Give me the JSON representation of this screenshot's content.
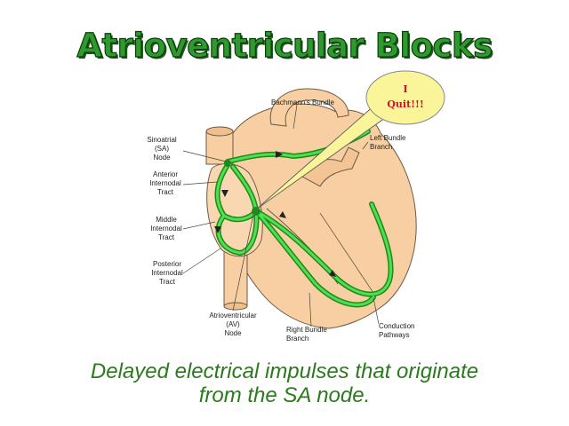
{
  "title": "Atrioventricular Blocks",
  "callout": {
    "line1": "I",
    "line2": "Quit!!!"
  },
  "labels": {
    "bachmann": [
      "Bachmann's Bundle"
    ],
    "sa_node": [
      "Sinoatrial",
      "(SA)",
      "Node"
    ],
    "anterior": [
      "Anterior",
      "Internodal",
      "Tract"
    ],
    "middle": [
      "Middle",
      "Internodal",
      "Tract"
    ],
    "posterior": [
      "Posterior",
      "Internodal",
      "Tract"
    ],
    "av_node": [
      "Atrioventricular",
      "(AV)",
      "Node"
    ],
    "left_bundle": [
      "Left Bundle",
      "Branch"
    ],
    "right_bundle": [
      "Right Bundle",
      "Branch"
    ],
    "conduction": [
      "Conduction",
      "Pathways"
    ]
  },
  "caption": {
    "line1": "Delayed electrical impulses that originate",
    "line2": "from the SA node."
  },
  "colors": {
    "title": "#2e9a2e",
    "caption": "#2b7a1e",
    "pathway": "#3ccf3c",
    "heart": "#f7cfa2",
    "callout": "#fbf59a",
    "callout_text": "#d0102c"
  }
}
